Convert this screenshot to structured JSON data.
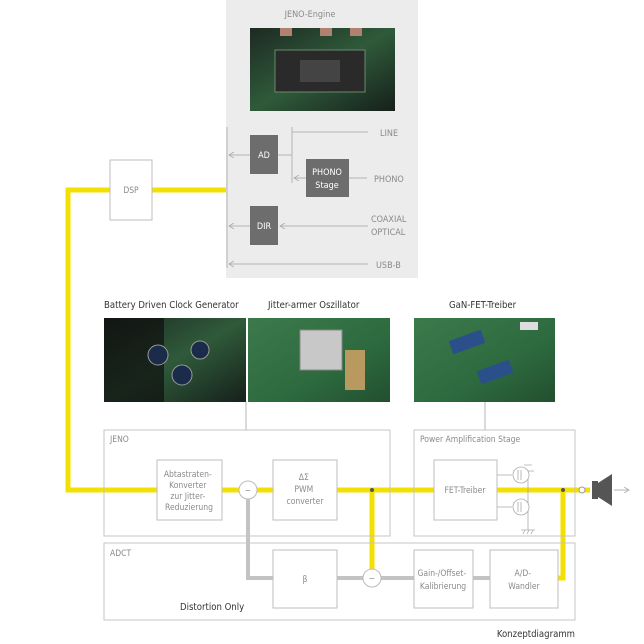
{
  "engine": {
    "title": "JENO-Engine",
    "blocks": {
      "ad": "AD",
      "phono": [
        "PHONO",
        "Stage"
      ],
      "dir": "DIR"
    },
    "inputs": {
      "line": "LINE",
      "phono": "PHONO",
      "coaxial": "COAXIAL",
      "optical": "OPTICAL",
      "usb": "USB-B"
    }
  },
  "dsp": "DSP",
  "photos": {
    "clock": "Battery Driven Clock Generator",
    "oscillator": "Jitter-armer Oszillator",
    "gan": "GaN-FET-Treiber"
  },
  "jeno": {
    "title": "JENO",
    "src": [
      "Abtastraten-",
      "Konverter",
      "zur Jitter-",
      "Reduzierung"
    ],
    "pwm": [
      "ΔΣ",
      "PWM",
      "converter"
    ],
    "minus": "−"
  },
  "power": {
    "title": "Power Amplification Stage",
    "fet": "FET-Treiber"
  },
  "adct": {
    "title": "ADCT",
    "beta": "β",
    "minus": "−",
    "gain": [
      "Gain-/Offset-",
      "Kalibrierung"
    ],
    "ad": [
      "A/D-",
      "Wandler"
    ],
    "distortion": "Distortion Only"
  },
  "caption": "Konzeptdiagramm",
  "colors": {
    "signal": "#f3e000",
    "feedback": "#c3c3c3",
    "block": "#6d6d6d"
  }
}
